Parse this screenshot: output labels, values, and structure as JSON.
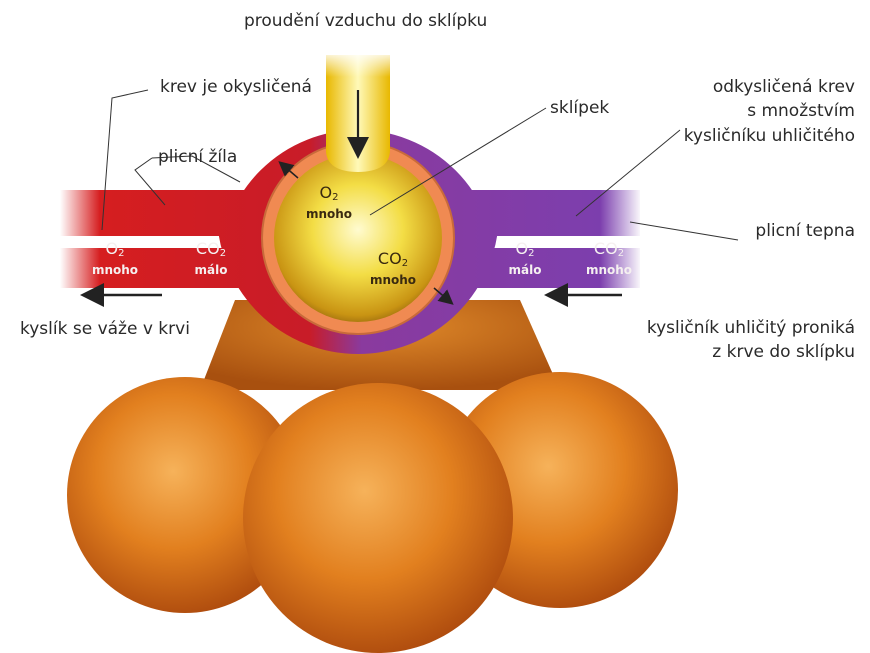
{
  "colors": {
    "oxygenated_blood": "#d81e1e",
    "deoxygenated_blood": "#7a3fb0",
    "alveolus_air": "#f3d21a",
    "alveoli_tissue": "#e07a1a",
    "arrow": "#222222"
  },
  "labels": {
    "air_flow": "proudění vzduchu do sklípku",
    "blood_oxygenated": "krev je okysličená",
    "alveolus": "sklípek",
    "deoxygenated_line1": "odkysličená krev",
    "deoxygenated_line2": "s množstvím",
    "deoxygenated_line3": "kysličníku uhličitého",
    "pulmonary_vein": "plicní žíla",
    "pulmonary_artery": "plicní tepna",
    "oxygen_binds": "kyslík se váže v krvi",
    "co2_line1": "kysličník uhličitý proniká",
    "co2_line2": "z krve do sklípku"
  },
  "gases": {
    "vein_o2": {
      "formula": "O",
      "sub": "2",
      "amount": "mnoho"
    },
    "vein_co2": {
      "formula": "CO",
      "sub": "2",
      "amount": "málo"
    },
    "alveolus_o2": {
      "formula": "O",
      "sub": "2",
      "amount": "mnoho"
    },
    "alveolus_co2": {
      "formula": "CO",
      "sub": "2",
      "amount": "mnoho"
    },
    "artery_o2": {
      "formula": "O",
      "sub": "2",
      "amount": "málo"
    },
    "artery_co2": {
      "formula": "CO",
      "sub": "2",
      "amount": "mnoho"
    }
  }
}
